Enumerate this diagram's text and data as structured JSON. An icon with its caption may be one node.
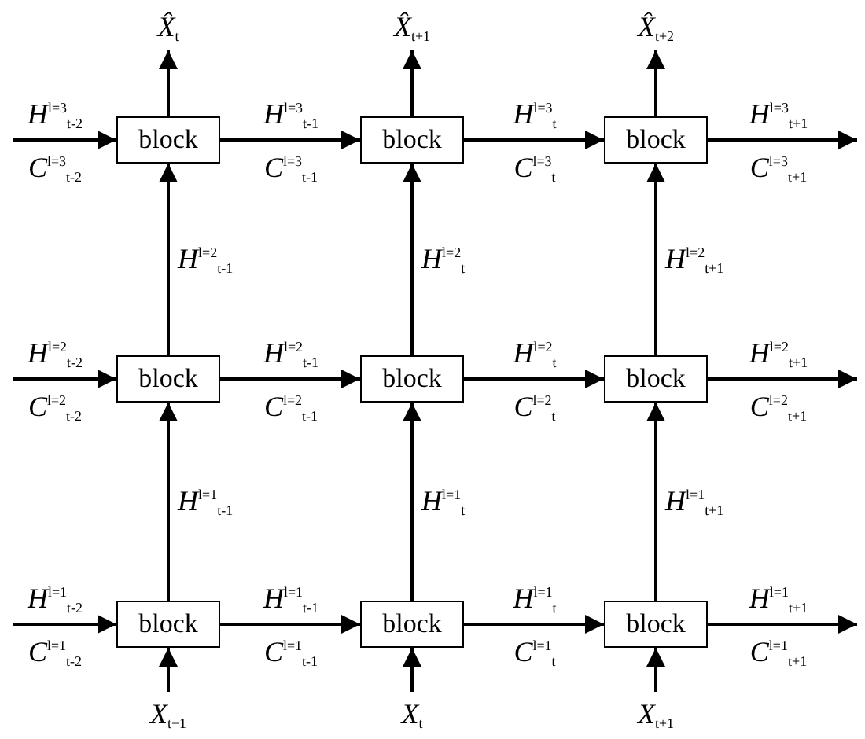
{
  "diagram": {
    "nodes": [
      {
        "text": [
          "*X̂*$_{t}$"
        ]
      },
      {
        "text": [
          "*X̂*$_{t+1}$"
        ]
      },
      {
        "text": [
          "*X̂*$_{t+2}$"
        ]
      },
      {
        "text": [
          "block"
        ]
      },
      {
        "text": [
          "block"
        ]
      },
      {
        "text": [
          "block"
        ]
      },
      {
        "text": [
          "block"
        ]
      },
      {
        "text": [
          "block"
        ]
      },
      {
        "text": [
          "block"
        ]
      },
      {
        "text": [
          "block"
        ]
      },
      {
        "text": [
          "block"
        ]
      },
      {
        "text": [
          "block"
        ]
      },
      {
        "text": [
          "*X*$_{t−1}$"
        ]
      },
      {
        "text": [
          "*X*$_{t}$"
        ]
      },
      {
        "text": [
          "*X*$_{t+1}$"
        ]
      }
    ],
    "edges": [
      {
        "from": 3,
        "to": 0,
        "arrow": "to"
      },
      {
        "from": 4,
        "to": 1,
        "arrow": "to"
      },
      {
        "from": 5,
        "to": 2,
        "arrow": "to"
      },
      {
        "from": null,
        "to": 3,
        "arrow": "to"
      },
      {
        "from": 3,
        "to": 4,
        "arrow": "to"
      },
      {
        "from": 4,
        "to": 5,
        "arrow": "to"
      },
      {
        "from": 5,
        "to": null,
        "arrow": "to"
      },
      {
        "from": null,
        "to": 6,
        "arrow": "to"
      },
      {
        "from": 6,
        "to": 7,
        "arrow": "to"
      },
      {
        "from": 7,
        "to": 8,
        "arrow": "to"
      },
      {
        "from": 8,
        "to": null,
        "arrow": "to"
      },
      {
        "from": null,
        "to": 9,
        "arrow": "to"
      },
      {
        "from": 9,
        "to": 10,
        "arrow": "to"
      },
      {
        "from": 10,
        "to": 11,
        "arrow": "to"
      },
      {
        "from": 11,
        "to": null,
        "arrow": "to"
      },
      {
        "from": 6,
        "to": 3,
        "arrow": "to",
        "label": "*H*$^{l=2}$$_{t-1}$"
      },
      {
        "from": 7,
        "to": 4,
        "arrow": "to",
        "label": "*H*$^{l=2}$$_{t}$"
      },
      {
        "from": 8,
        "to": 5,
        "arrow": "to",
        "label": "*H*$^{l=2}$$_{t+1}$"
      },
      {
        "from": 9,
        "to": 6,
        "arrow": "to",
        "label": "*H*$^{l=1}$$_{t-1}$"
      },
      {
        "from": 10,
        "to": 7,
        "arrow": "to",
        "label": "*H*$^{l=1}$$_{t}$"
      },
      {
        "from": 11,
        "to": 8,
        "arrow": "to",
        "label": "*H*$^{l=1}$$_{t+1}$"
      },
      {
        "from": 12,
        "to": 9,
        "arrow": "to"
      },
      {
        "from": 13,
        "to": 10,
        "arrow": "to"
      },
      {
        "from": 14,
        "to": 11,
        "arrow": "to"
      }
    ],
    "labels": [
      "*H*$^{l=3}$$_{t-2}$",
      "*H*$^{l=3}$$_{t-1}$",
      "*H*$^{l=3}$$_{t}$",
      "*H*$^{l=3}$$_{t+1}$",
      "*C*$^{l=3}$$_{t-2}$",
      "*C*$^{l=3}$$_{t-1}$",
      "*C*$^{l=3}$$_{t}$",
      "*C*$^{l=3}$$_{t+1}$",
      "*H*$^{l=2}$$_{t-2}$",
      "*H*$^{l=2}$$_{t-1}$",
      "*H*$^{l=2}$$_{t}$",
      "*H*$^{l=2}$$_{t+1}$",
      "*C*$^{l=2}$$_{t-2}$",
      "*C*$^{l=2}$$_{t-1}$",
      "*C*$^{l=2}$$_{t}$",
      "*C*$^{l=2}$$_{t+1}$",
      "*H*$^{l=1}$$_{t-2}$",
      "*H*$^{l=1}$$_{t-1}$",
      "*H*$^{l=1}$$_{t}$",
      "*H*$^{l=1}$$_{t+1}$",
      "*C*$^{l=1}$$_{t-2}$",
      "*C*$^{l=1}$$_{t-1}$",
      "*C*$^{l=1}$$_{t}$",
      "*C*$^{l=1}$$_{t+1}$"
    ]
  }
}
